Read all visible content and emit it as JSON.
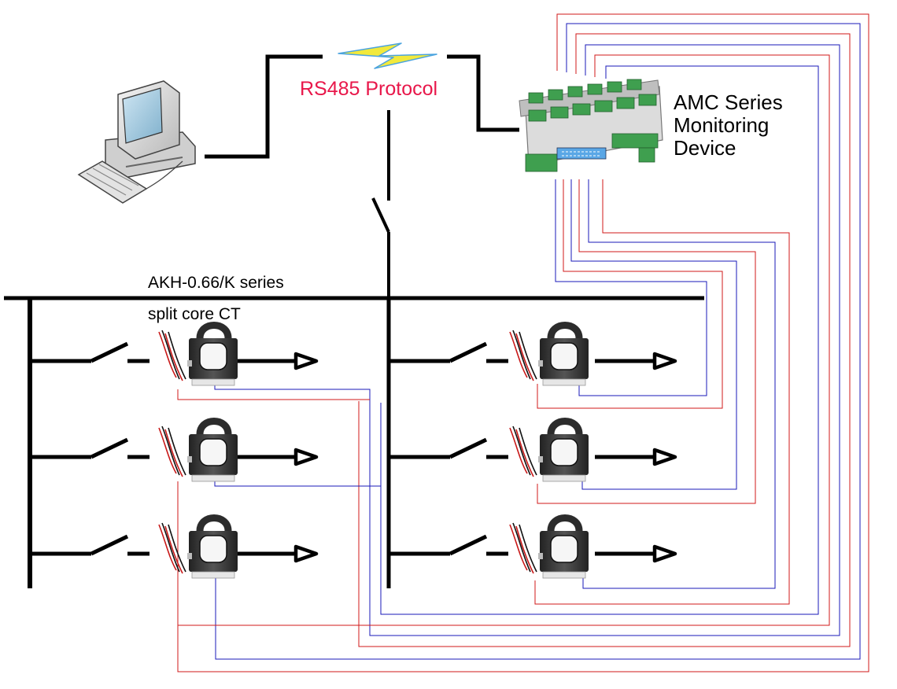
{
  "labels": {
    "protocol": "RS485 Protocol",
    "device_line1": "AMC Series",
    "device_line2": "Monitoring",
    "device_line3": "Device",
    "ct_line1": "AKH-0.66/K  series",
    "ct_line2": "split core CT"
  },
  "colors": {
    "protocol_text": "#e8174a",
    "bus": "#000000",
    "wire_red": "#d11a1a",
    "wire_blue": "#1a1ab8",
    "device_green": "#3f9f4f",
    "device_body": "#d9d9d9",
    "ct_body": "#3a3a3a",
    "bolt_yellow": "#f2e93c",
    "bolt_blue": "#4aa3df"
  },
  "icons": {
    "computer": "desktop-computer-icon",
    "wireless": "lightning-bolt-icon",
    "device": "din-rail-monitoring-device-icon",
    "ct": "split-core-current-transformer-icon",
    "breaker": "switch-icon",
    "load": "arrow-icon"
  }
}
